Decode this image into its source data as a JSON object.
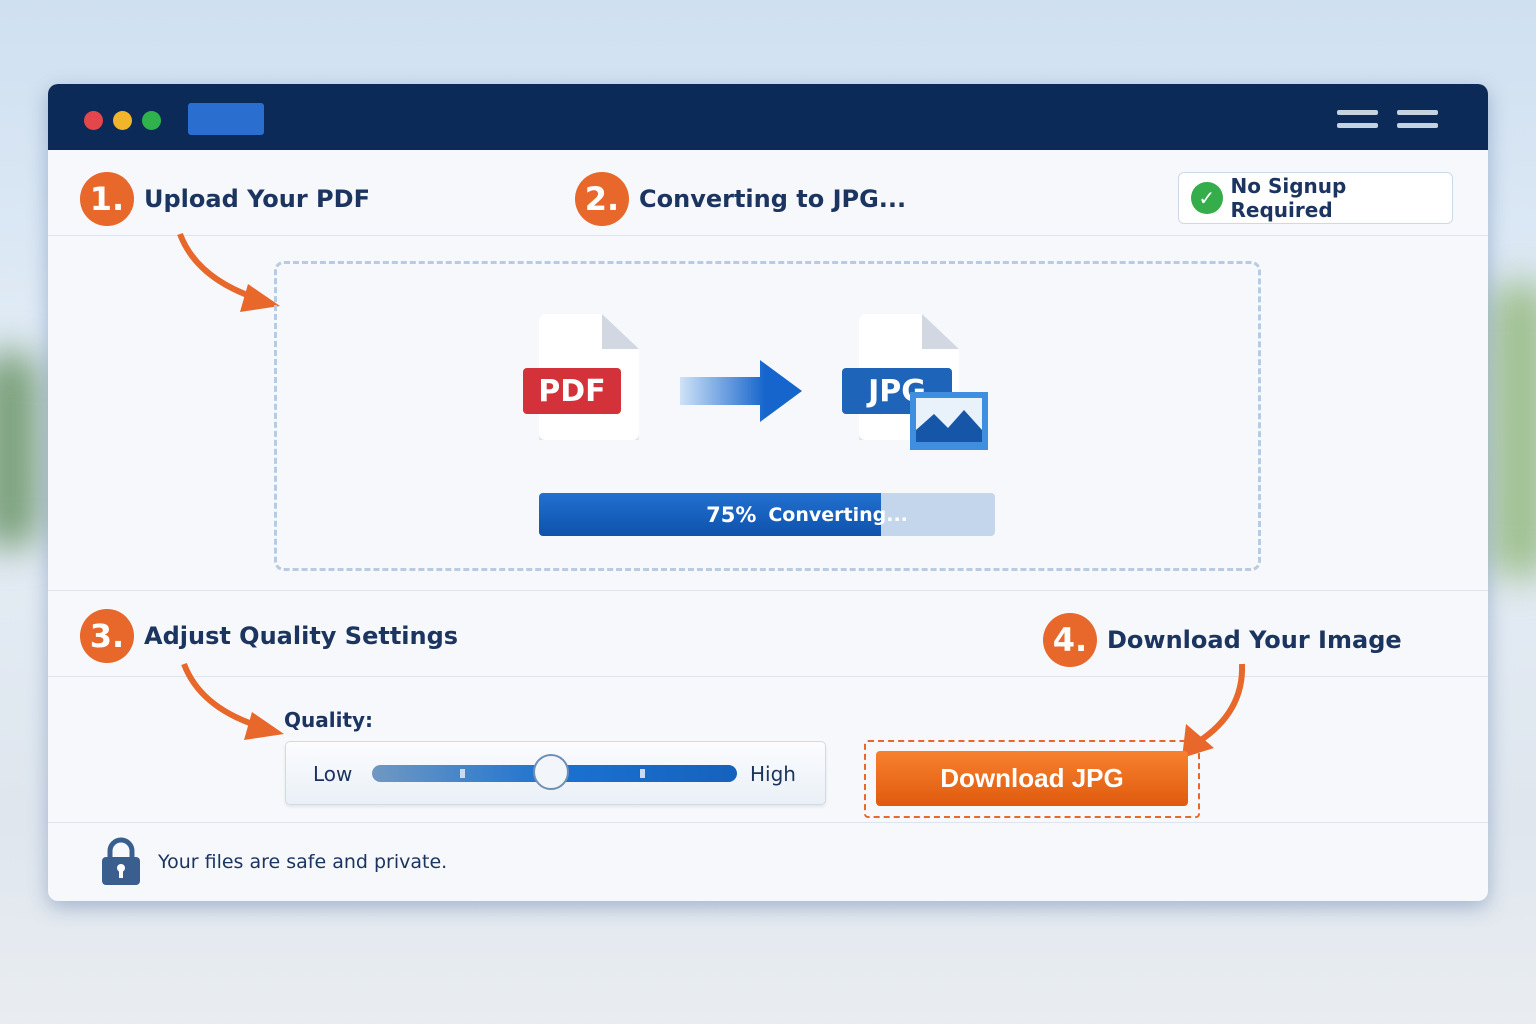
{
  "steps": [
    {
      "number": "1.",
      "label": "Upload Your PDF"
    },
    {
      "number": "2.",
      "label": "Converting to JPG..."
    },
    {
      "number": "3.",
      "label": "Adjust Quality Settings"
    },
    {
      "number": "4.",
      "label": "Download Your Image"
    }
  ],
  "badge": {
    "label": "No Signup Required",
    "icon": "check-circle-icon"
  },
  "conversion": {
    "from_label": "PDF",
    "to_label": "JPG",
    "progress_percent": 75,
    "progress_text": "75%",
    "status": "Converting..."
  },
  "quality": {
    "label": "Quality:",
    "low": "Low",
    "high": "High",
    "value_percent": 49
  },
  "download": {
    "button_label": "Download JPG"
  },
  "footer": {
    "text": "Your files are safe and private.",
    "icon": "lock-icon"
  },
  "colors": {
    "accent": "#e8672a",
    "titlebar": "#0c2a57",
    "primary": "#1562bd"
  }
}
